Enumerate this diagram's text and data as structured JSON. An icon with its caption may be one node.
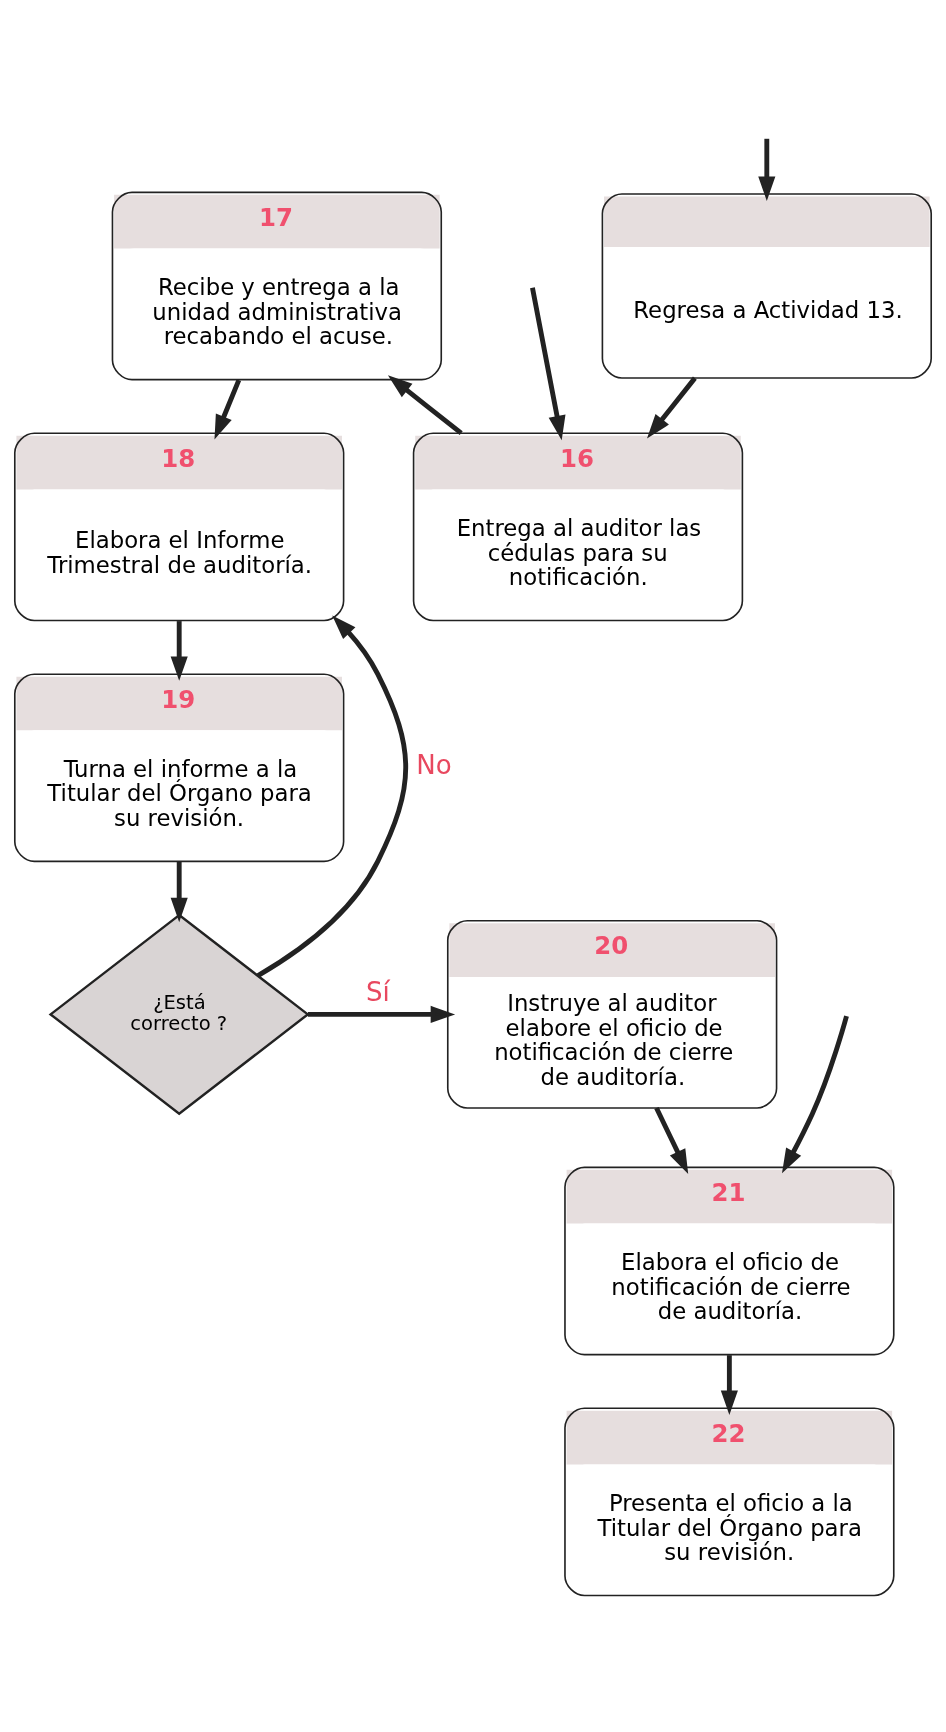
{
  "diagram": {
    "nodes": [
      {
        "text": [
          "Regresa a Actividad 13."
        ]
      },
      {
        "text": [
          "16",
          "Entrega al auditor las cédulas para su notificación."
        ]
      },
      {
        "text": [
          "17",
          "Recibe y entrega a la unidad administrativa recabando el acuse."
        ]
      },
      {
        "text": [
          "18",
          "Elabora el Informe Trimestral de auditoría."
        ]
      },
      {
        "text": [
          "19",
          "Turna el informe a la Titular del Órgano para su revisión."
        ]
      },
      {
        "text": [
          "¿Está correcto ?"
        ]
      },
      {
        "text": [
          "20",
          "Instruye al auditor elabore el oficio de notificación de cierre de auditoría."
        ]
      },
      {
        "text": [
          "21",
          "Elabora el oficio de notificación de cierre de auditoría."
        ]
      },
      {
        "text": [
          "22",
          "Presenta el oficio a la Titular del Órgano para su revisión."
        ]
      }
    ],
    "edges": [
      {
        "from": null,
        "to": 0,
        "arrow": "to"
      },
      {
        "from": 0,
        "to": 1,
        "arrow": "to"
      },
      {
        "from": null,
        "to": 1,
        "arrow": "to"
      },
      {
        "from": 1,
        "to": 2,
        "arrow": "to"
      },
      {
        "from": 2,
        "to": 3,
        "arrow": "to"
      },
      {
        "from": 3,
        "to": 4,
        "arrow": "to"
      },
      {
        "from": 4,
        "to": 5,
        "arrow": "to"
      },
      {
        "from": 5,
        "to": 6,
        "label": "Sí",
        "arrow": "to"
      },
      {
        "from": 5,
        "to": 3,
        "label": "No",
        "arrow": "to"
      },
      {
        "from": null,
        "to": 7,
        "arrow": "to"
      },
      {
        "from": 6,
        "to": 7,
        "arrow": "to"
      },
      {
        "from": 7,
        "to": 8,
        "arrow": "to"
      }
    ]
  }
}
